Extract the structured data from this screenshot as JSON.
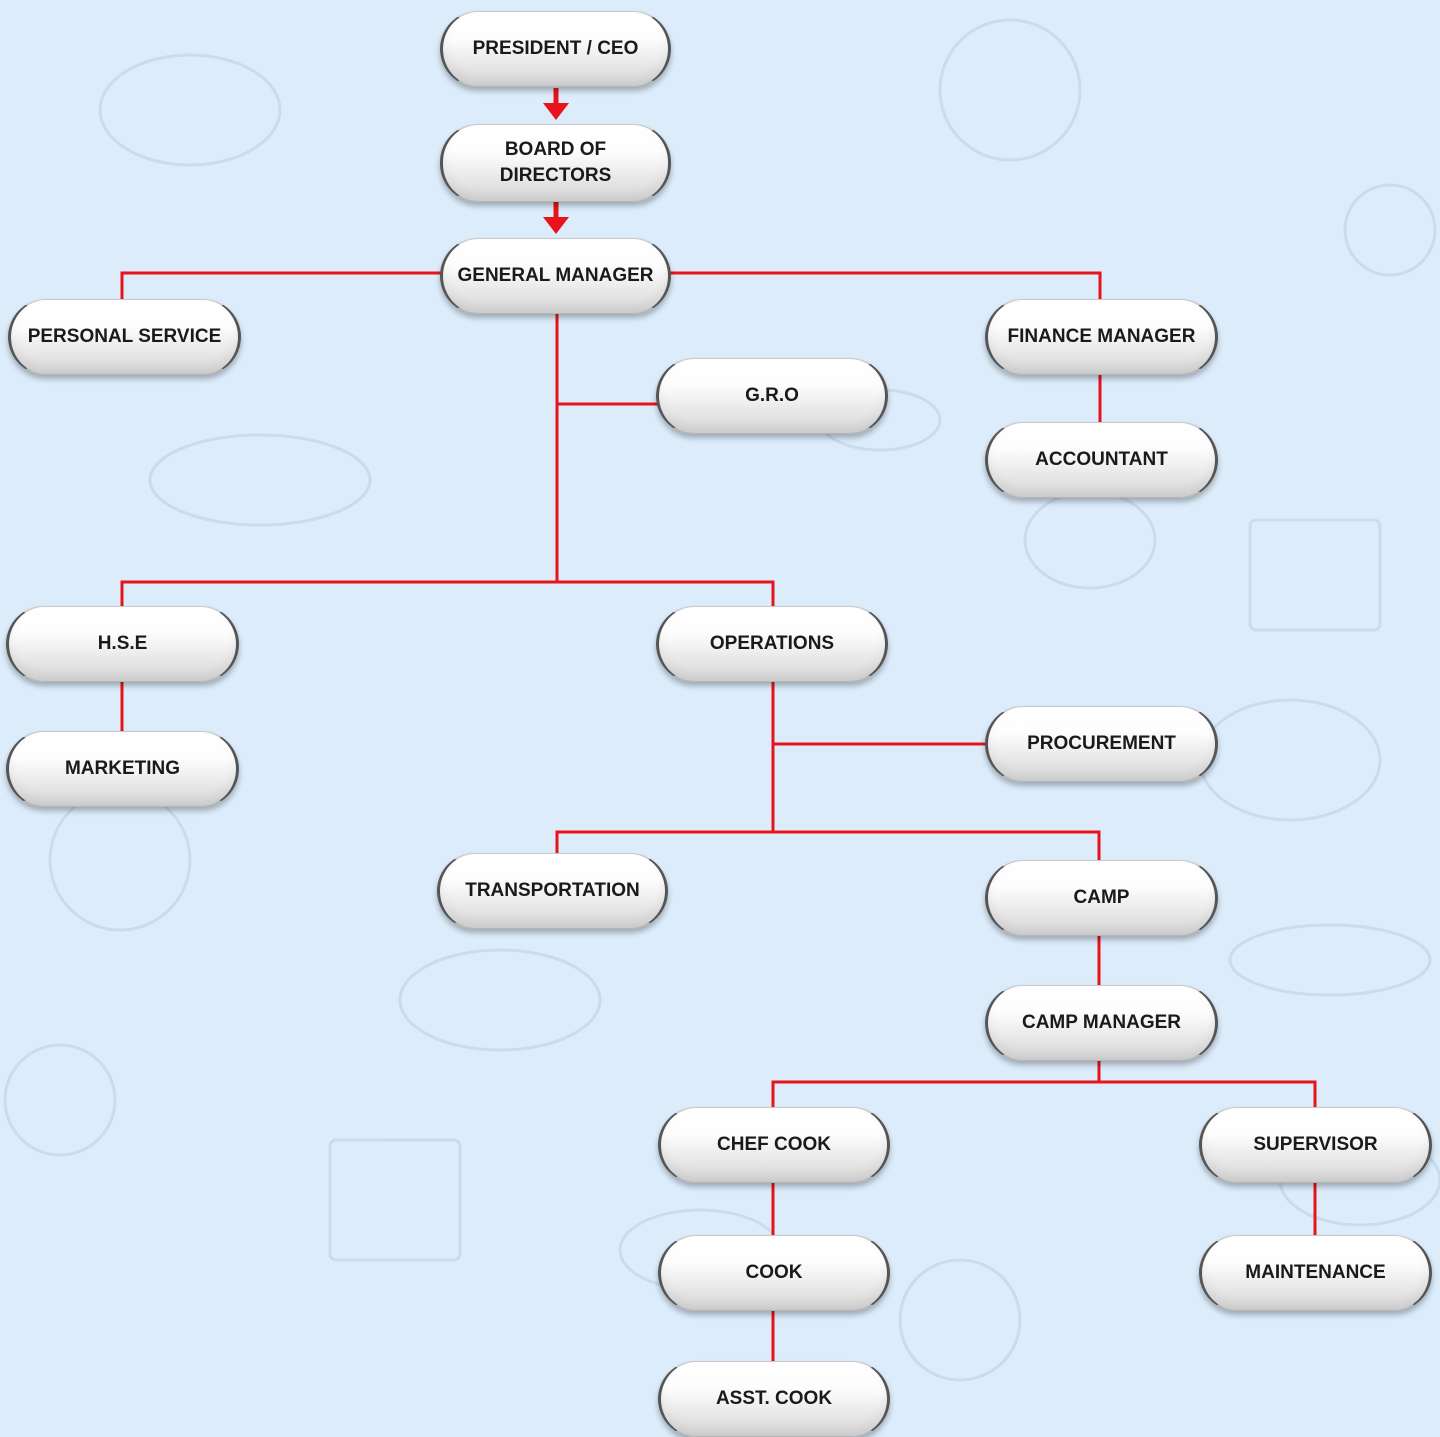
{
  "nodes": {
    "president": "PRESIDENT / CEO",
    "board": "BOARD OF\nDIRECTORS",
    "general_manager": "GENERAL MANAGER",
    "personal_service": "PERSONAL SERVICE",
    "finance_manager": "FINANCE MANAGER",
    "gro": "G.R.O",
    "accountant": "ACCOUNTANT",
    "hse": "H.S.E",
    "operations": "OPERATIONS",
    "marketing": "MARKETING",
    "procurement": "PROCUREMENT",
    "transportation": "TRANSPORTATION",
    "camp": "CAMP",
    "camp_manager": "CAMP MANAGER",
    "chef_cook": "CHEF COOK",
    "supervisor": "SUPERVISOR",
    "cook": "COOK",
    "maintenance": "MAINTENANCE",
    "asst_cook": "ASST. COOK"
  },
  "colors": {
    "background": "#dcecfb",
    "connector": "#e8141b",
    "pattern": "#c6d9ec"
  }
}
